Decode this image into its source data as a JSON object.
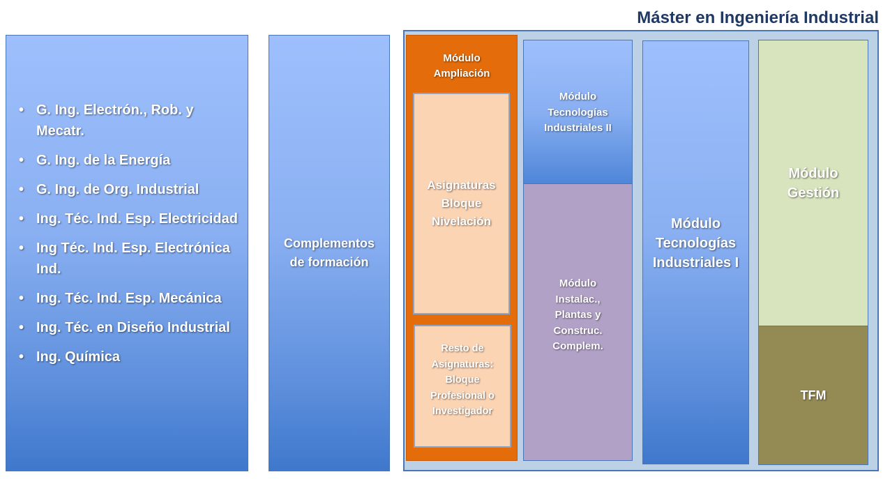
{
  "title": "Máster en Ingeniería Industrial",
  "degrees": [
    "G. Ing. Electrón., Rob. y Mecatr.",
    "G. Ing. de la Energía",
    "G. Ing. de Org. Industrial",
    "Ing. Téc. Ind. Esp. Electricidad",
    "Ing Téc. Ind. Esp. Electrónica Ind.",
    "Ing. Téc. Ind. Esp. Mecánica",
    "Ing. Téc. en Diseño Industrial",
    "Ing. Química"
  ],
  "bullet_char": "•",
  "complementos": "Complementos de formación",
  "modulo_ampliacion": "Módulo Ampliación",
  "nivelacion": "Asignaturas Bloque Nivelación",
  "resto": "Resto de Asignaturas: Bloque Profesional o Investigador",
  "tecnologias_2": "Módulo Tecnologías Industriales II",
  "instalaciones": "Módulo Instalac., Plantas y Construc. Complem.",
  "tecnologias_1": "Módulo Tecnologías Industriales I",
  "gestion": "Módulo Gestión",
  "tfm": "TFM",
  "colors": {
    "title": "#1f3864",
    "ampliacion": "#e46c0a",
    "nivelacion": "#fbd4b4",
    "instalaciones": "#b2a1c7",
    "gestion": "#d7e4bd",
    "tfm": "#948a54",
    "tecnologias": "#6a9ae4"
  }
}
